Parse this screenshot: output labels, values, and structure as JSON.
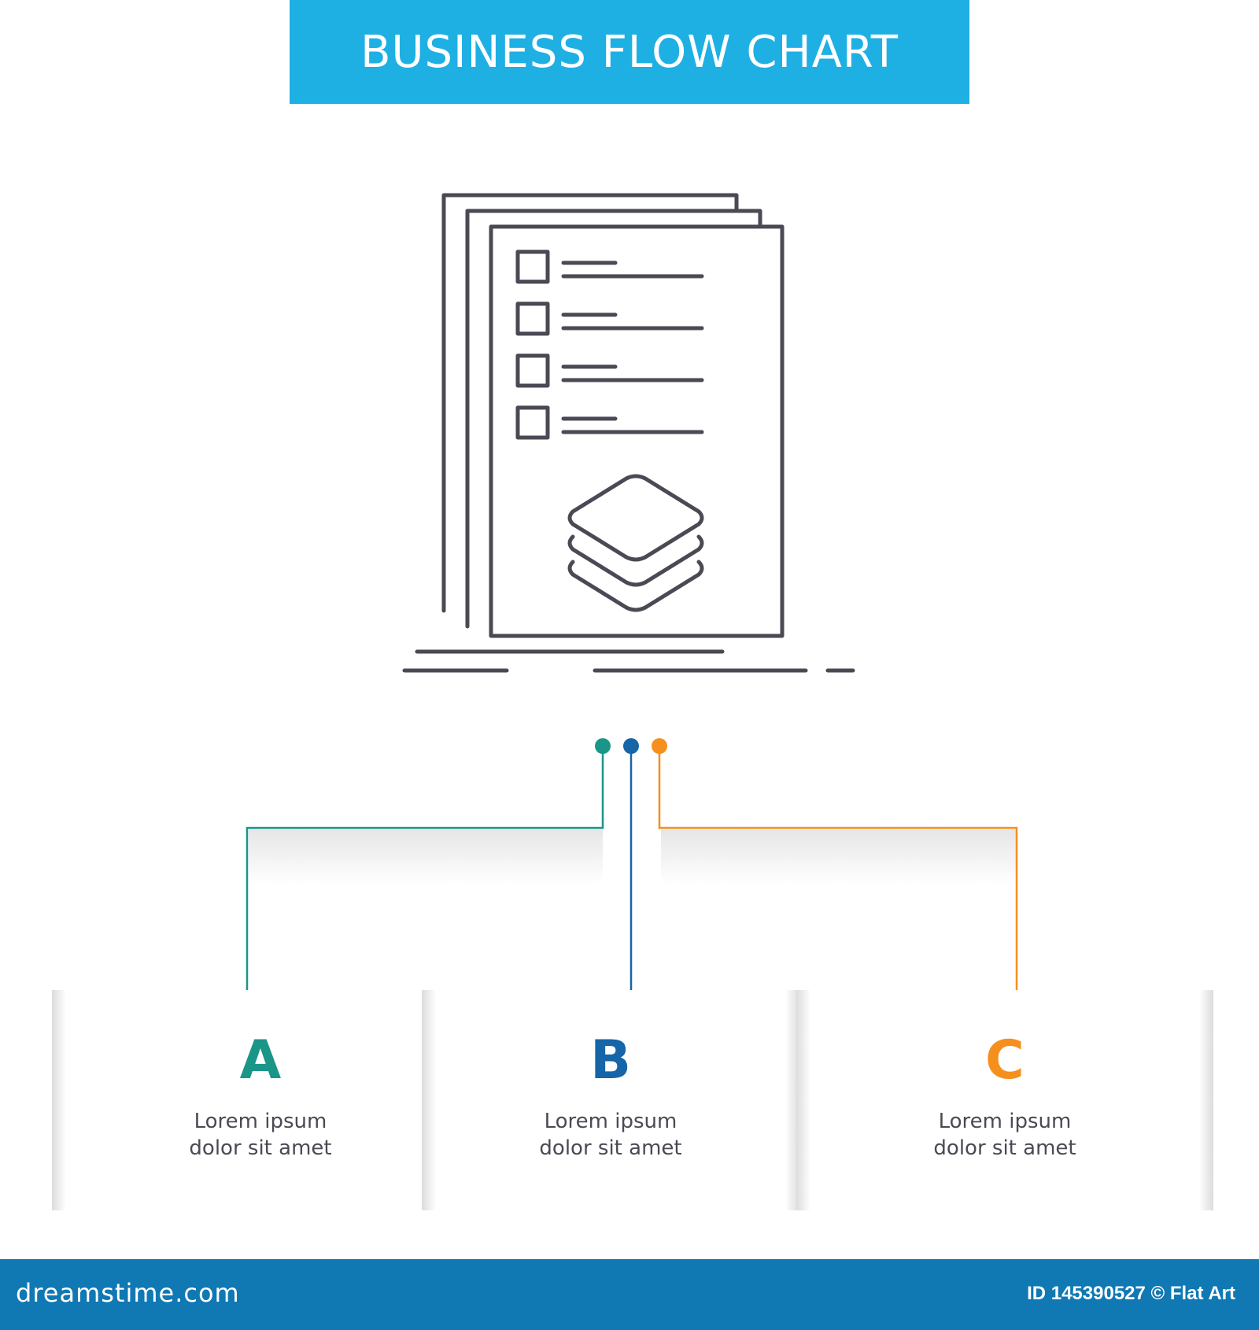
{
  "banner": {
    "title": "BUSINESS FLOW CHART"
  },
  "icon": {
    "name": "checklist-layers-icon"
  },
  "colors": {
    "banner": "#1fb0e3",
    "footer": "#1078b3",
    "teal": "#1a9688",
    "blue": "#1565a8",
    "orange": "#f5901e",
    "stroke": "#4a4a55"
  },
  "cards": [
    {
      "letter": "A",
      "line1": "Lorem ipsum",
      "line2": "dolor sit amet",
      "color": "#1a9688"
    },
    {
      "letter": "B",
      "line1": "Lorem ipsum",
      "line2": "dolor sit amet",
      "color": "#1565a8"
    },
    {
      "letter": "C",
      "line1": "Lorem ipsum",
      "line2": "dolor sit amet",
      "color": "#f5901e"
    }
  ],
  "footer": {
    "site": "dreamstime.com",
    "id_text": "ID 145390527 © Flat Art"
  }
}
